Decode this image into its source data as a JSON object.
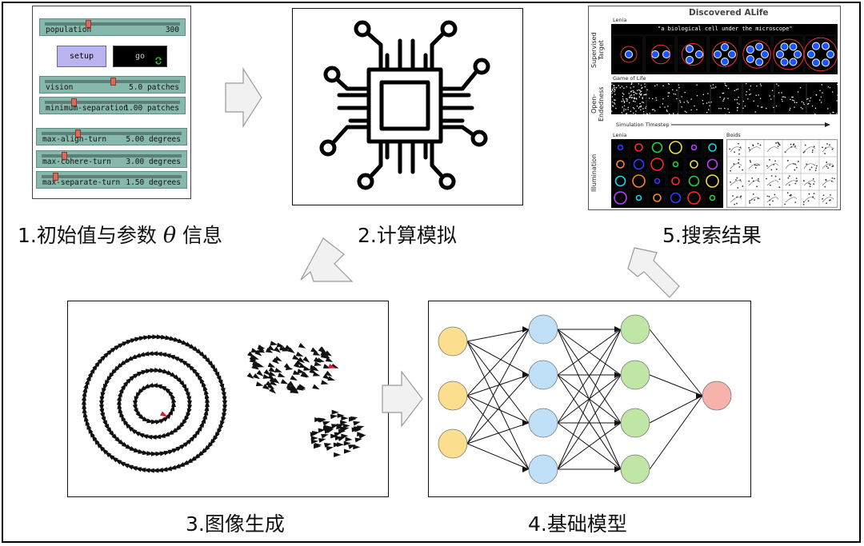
{
  "captions": {
    "initial_params": "1.初始值与参数",
    "initial_params_theta": "θ",
    "initial_params_suffix": "信息",
    "simulation": "2.计算模拟",
    "image_generation": "3.图像生成",
    "foundation_model": "4.基础模型",
    "search_results": "5.搜索结果"
  },
  "netlogo": {
    "sliders": [
      {
        "name": "population",
        "value": "300",
        "level": 0.31
      },
      {
        "name": "vision",
        "value": "5.0 patches",
        "level": 0.5
      },
      {
        "name": "minimum-separation",
        "value": "1.00 patches",
        "level": 0.2
      },
      {
        "name": "max-align-turn",
        "value": "5.00 degrees",
        "level": 0.25
      },
      {
        "name": "max-cohere-turn",
        "value": "3.00 degrees",
        "level": 0.15
      },
      {
        "name": "max-separate-turn",
        "value": "1.50 degrees",
        "level": 0.08
      }
    ],
    "setup_label": "setup",
    "go_label": "go"
  },
  "alife": {
    "title": "Discovered ALife",
    "row1_label": "Supervised Target",
    "row1_header": "Lenia",
    "row1_quote": "\"a biological cell under the microscope\"",
    "row2_label": "Open-Endedness",
    "row2_header": "Game of Life",
    "row2_axis": "Simulation Timestep",
    "row3_label": "Illumination",
    "row3_left_header": "Lenia",
    "row3_right_header": "Boids"
  },
  "colors": {
    "node_input": "#fbdf8f",
    "node_hidden1": "#bfe0f7",
    "node_hidden2": "#c0e6a6",
    "node_output": "#f7b3ab",
    "arrow_fill": "#f1f1f1",
    "arrow_stroke": "#9a9a9a",
    "netlogo_slider": "#87b8ac"
  },
  "network": {
    "layers": [
      3,
      4,
      4,
      1
    ]
  },
  "icons": {
    "processor": "chip-icon",
    "boids_flock": "boids-flock-image"
  }
}
